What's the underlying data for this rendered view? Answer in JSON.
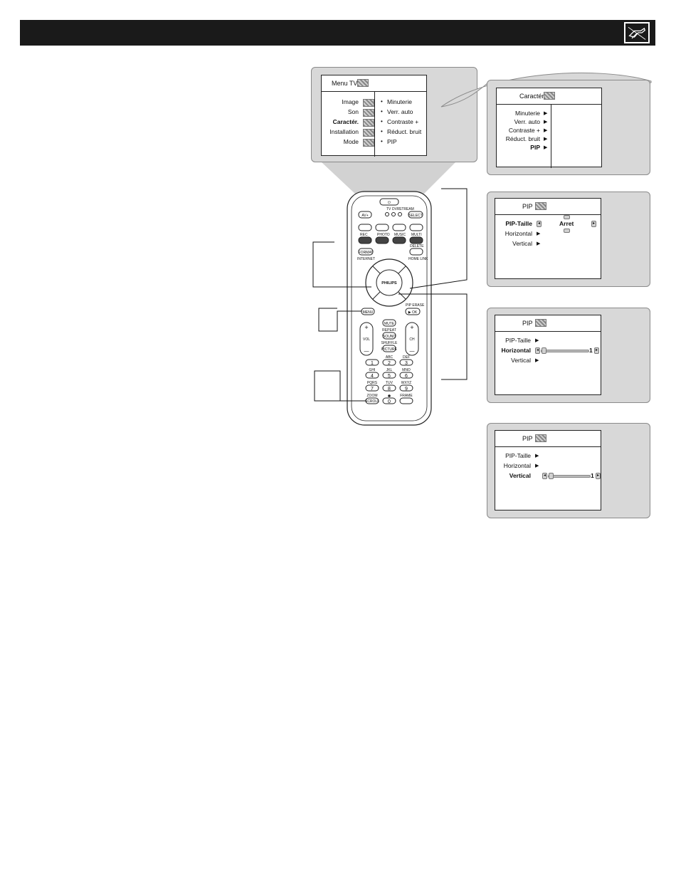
{
  "menu_tv": {
    "title": "Menu TV",
    "left_items": [
      "Image",
      "Son",
      "Caractér.",
      "Installation",
      "Mode"
    ],
    "right_items": [
      "Minuterie",
      "Verr. auto",
      "Contraste +",
      "Réduct. bruit",
      "PIP"
    ]
  },
  "caracter_menu": {
    "title": "Caractér.",
    "items": [
      "Minuterie",
      "Verr. auto",
      "Contraste +",
      "Réduct. bruit",
      "PIP"
    ]
  },
  "pip_size_menu": {
    "title": "PIP",
    "items": [
      "PIP-Taille",
      "Horizontal",
      "Vertical"
    ],
    "value": "Arret"
  },
  "pip_horizontal_menu": {
    "title": "PIP",
    "items": [
      "PIP-Taille",
      "Horizontal",
      "Vertical"
    ],
    "slider_value": "1"
  },
  "pip_vertical_menu": {
    "title": "PIP",
    "items": [
      "PIP-Taille",
      "Horizontal",
      "Vertical"
    ],
    "slider_value": "1"
  },
  "remote": {
    "brand": "PHILIPS",
    "labels": {
      "power": "⏻",
      "av": "AV+",
      "select": "SELECT",
      "tv": "TV",
      "dvr": "DVR",
      "stream": "STREAM",
      "rec": "REC",
      "photo": "PHOTO",
      "music": "MUSIC",
      "multi": "MULTI",
      "format": "FORMAT",
      "internet": "INTERNET",
      "delete": "DELETE",
      "home_link": "HOME LINK",
      "menu": "MENU",
      "pip_erase": "PIP ERASE",
      "ok": "▶ OK",
      "mute": "MUTE",
      "repeat": "REPEAT",
      "sound": "SOUND",
      "shuffle": "SHUFFLE",
      "picture": "PICTURE",
      "vol": "VOL",
      "ch": "CH",
      "plus": "+",
      "minus": "—",
      "zoom": "ZOOM",
      "scroll": "SCROLL",
      "frame": "FRAME",
      "num_sub": [
        "",
        "ABC",
        "DEF",
        "GHI",
        "JKL",
        "MNO",
        "PQRS",
        "TUV",
        "WXYZ"
      ],
      "digits": [
        "1",
        "2",
        "3",
        "4",
        "5",
        "6",
        "7",
        "8",
        "9",
        "0"
      ]
    }
  }
}
